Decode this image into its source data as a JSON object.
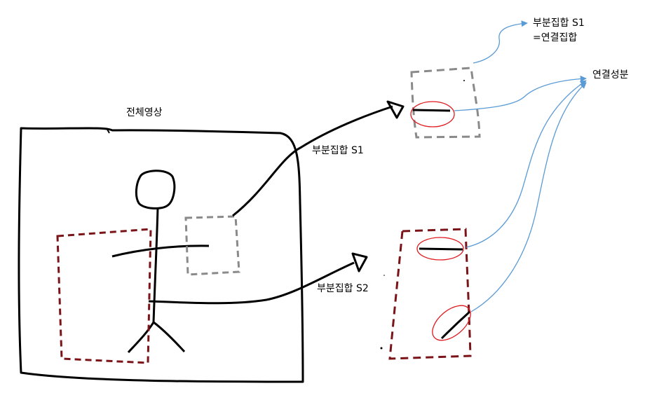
{
  "labels": {
    "whole_image": "전체영상",
    "subset_s1": "부분집합 S1",
    "subset_s2": "부분집합 S2",
    "subset_s1_top": "부분집합 S1",
    "subset_s1_eq": "=연결집합",
    "connected_component": "연결성분"
  },
  "colors": {
    "ink": "#000000",
    "gray_dash": "#8a8a8a",
    "maroon_dash": "#7a1418",
    "red_ellipse": "#e0191e",
    "blue_arrow": "#5b9bd5"
  }
}
